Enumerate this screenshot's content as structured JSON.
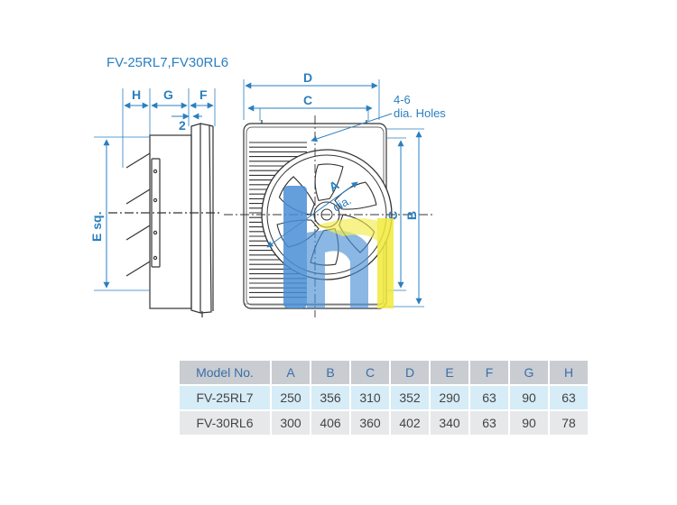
{
  "title": "FV-25RL7,FV30RL6",
  "dimension_labels": {
    "H": "H",
    "G": "G",
    "F": "F",
    "two": "2",
    "D": "D",
    "C_top": "C",
    "holes_line1": "4-6",
    "holes_line2": "dia. Holes",
    "C_right": "C",
    "B": "B",
    "E": "E  sq.",
    "A": "A",
    "dia": "dia."
  },
  "watermark": "",
  "table": {
    "headers": [
      "Model No.",
      "A",
      "B",
      "C",
      "D",
      "E",
      "F",
      "G",
      "H"
    ],
    "rows": [
      [
        "FV-25RL7",
        "250",
        "356",
        "310",
        "352",
        "290",
        "63",
        "90",
        "63"
      ],
      [
        "FV-30RL6",
        "300",
        "406",
        "360",
        "402",
        "340",
        "63",
        "90",
        "78"
      ]
    ]
  },
  "colors": {
    "dimension": "#2a7fc0",
    "line": "#333333",
    "header_bg": "#c9ccd1",
    "row1_bg": "#d6ecf6",
    "row2_bg": "#e7e8ea"
  }
}
